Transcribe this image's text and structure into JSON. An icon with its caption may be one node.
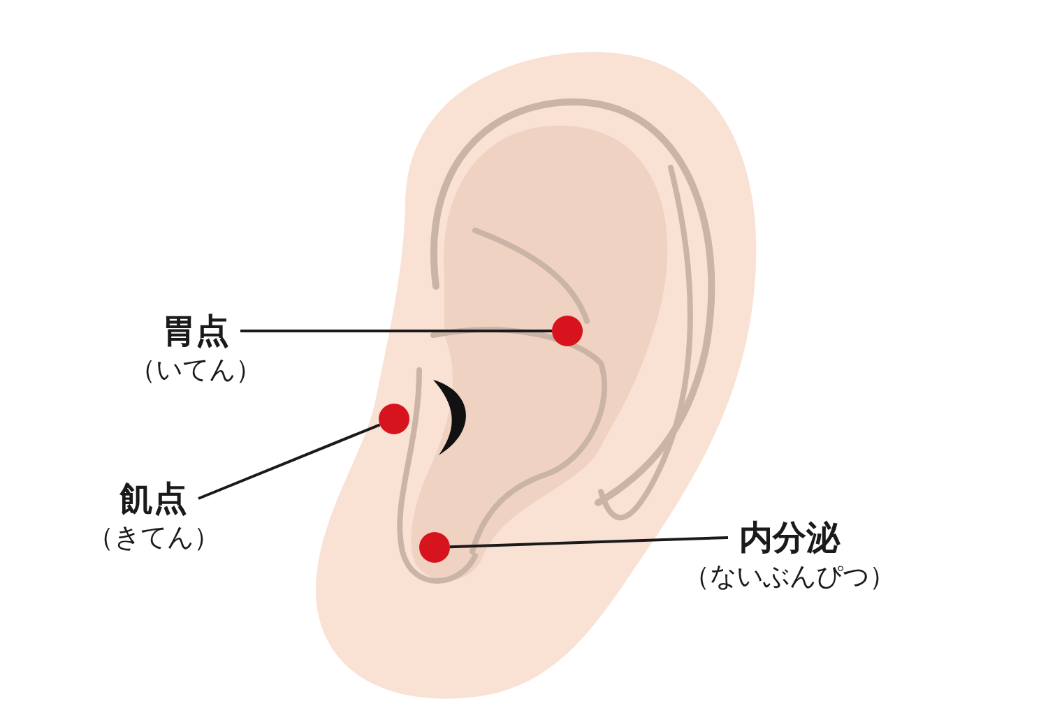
{
  "diagram": {
    "nodes": [
      {
        "text": [
          "胃点",
          "（いてん）"
        ]
      },
      {
        "text": [
          "飢点",
          "（きてん）"
        ]
      },
      {
        "text": [
          "内分泌",
          "（ないぶんぴつ）"
        ]
      },
      {
        "text": [],
        "shape": "circle"
      },
      {
        "text": [],
        "shape": "circle"
      },
      {
        "text": [],
        "shape": "circle"
      }
    ],
    "edges": [
      {
        "from": 0,
        "to": 3,
        "arrow": "none"
      },
      {
        "from": 1,
        "to": 4,
        "arrow": "none"
      },
      {
        "from": 2,
        "to": 5,
        "arrow": "none"
      }
    ]
  }
}
